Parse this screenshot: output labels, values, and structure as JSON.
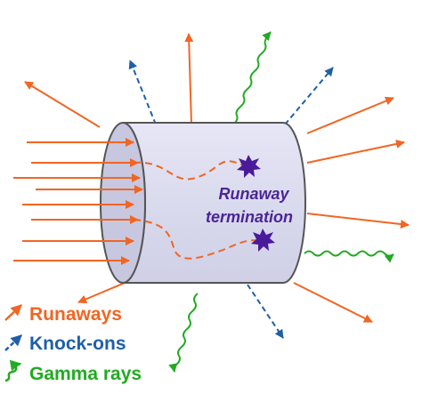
{
  "colors": {
    "runaway": "#f26522",
    "knockon": "#1f5fa8",
    "gamma": "#22aa22",
    "cylinder_fill": "#dcdcf0",
    "cylinder_stroke": "#555555",
    "label_text": "#4b2597",
    "star_fill": "#4b1a9a"
  },
  "diagram": {
    "center_label": {
      "line1": "Runaway",
      "line2": "termination"
    }
  },
  "legend": {
    "items": [
      {
        "key": "runaway",
        "label": "Runaways",
        "icon": "straight-arrow-icon"
      },
      {
        "key": "knockon",
        "label": "Knock-ons",
        "icon": "dashed-arrow-icon"
      },
      {
        "key": "gamma",
        "label": "Gamma rays",
        "icon": "wavy-arrow-icon"
      }
    ]
  }
}
